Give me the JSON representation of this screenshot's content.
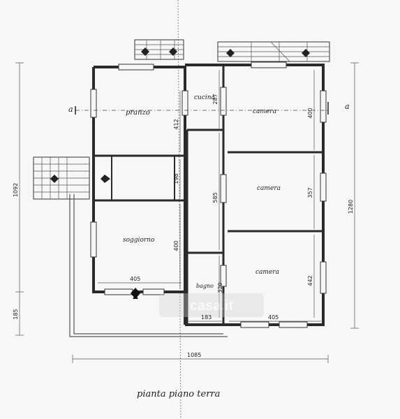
{
  "rooms": {
    "pranzo": "pranzo",
    "cucina": "cucina",
    "camera_top": "camera",
    "camera_mid": "camera",
    "soggiorno": "soggiorno",
    "bagno": "bagno",
    "camera_bottom": "camera"
  },
  "dimensions": {
    "pranzo_h": "412",
    "cucina_h": "287",
    "camera_top_h": "400",
    "hall_h": "198",
    "corridor_h": "585",
    "camera_mid_h": "357",
    "soggiorno_h": "400",
    "soggiorno_w": "405",
    "bagno_h": "320",
    "camera_bottom_h": "442",
    "bagno_w": "183",
    "camera_bottom_w": "405",
    "left_total": "1092",
    "left_lower": "185",
    "right_total": "1280",
    "bottom_total": "1085"
  },
  "section_markers": {
    "left": "a",
    "right": "a"
  },
  "title": "pianta piano terra",
  "watermark": "casa.it"
}
